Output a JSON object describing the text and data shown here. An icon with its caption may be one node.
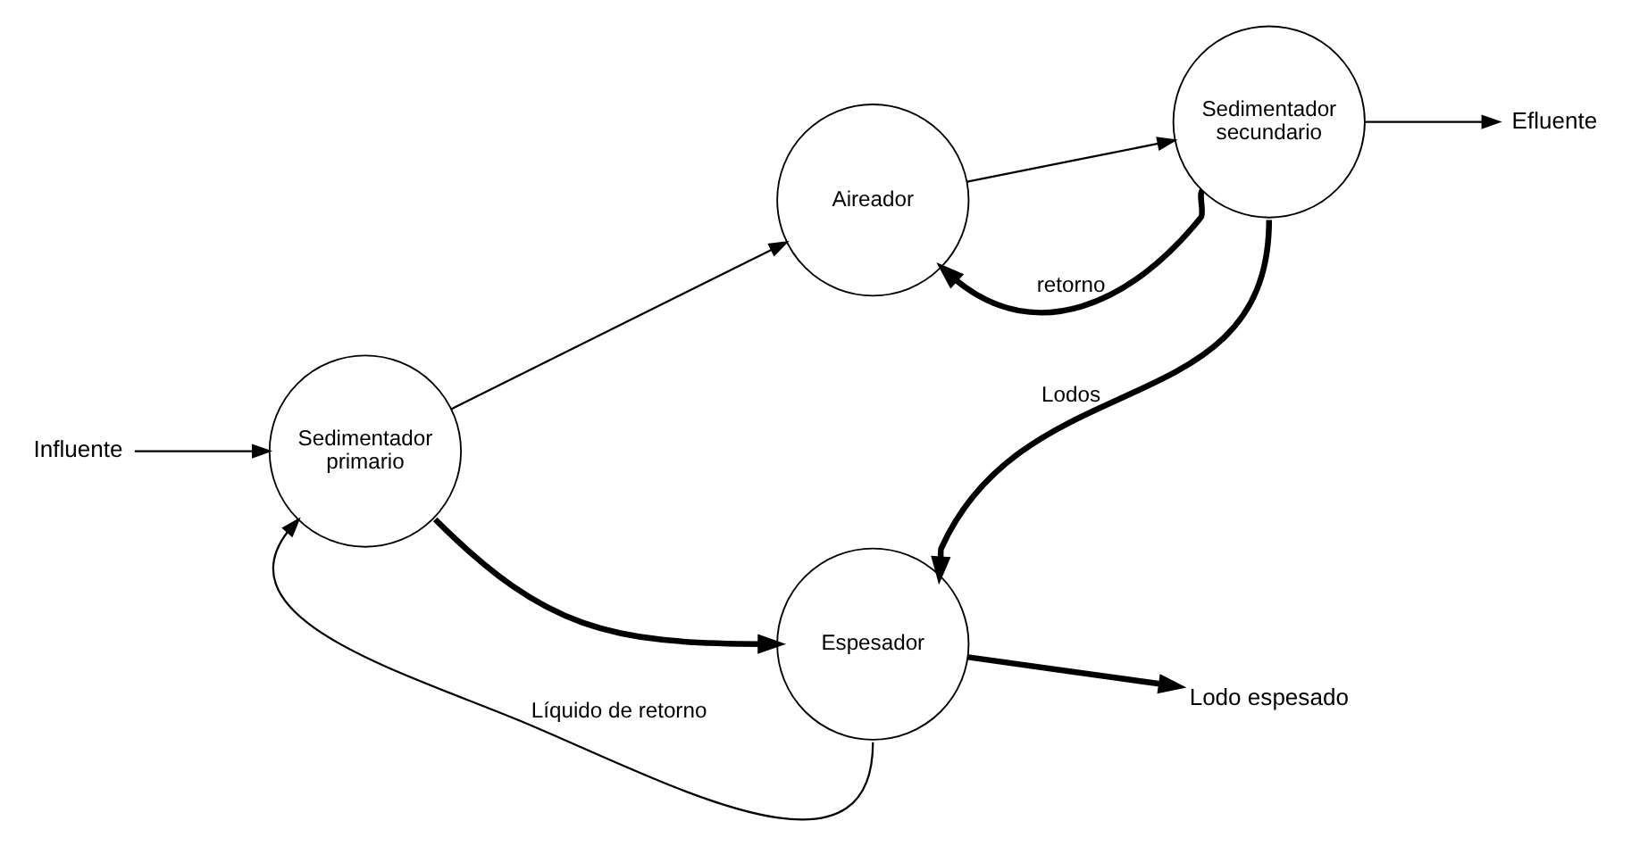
{
  "diagram": {
    "nodes": [
      {
        "text": [
          "Sedimentador primario"
        ]
      },
      {
        "text": [
          "Aireador"
        ]
      },
      {
        "text": [
          "Sedimentador secundario"
        ]
      },
      {
        "text": [
          "Espesador"
        ]
      },
      {
        "text": [
          "Influente"
        ]
      },
      {
        "text": [
          "Efluente"
        ]
      },
      {
        "text": [
          "Lodo espesado"
        ]
      }
    ],
    "edges": [
      {
        "from": 4,
        "to": 0,
        "arrow": "to"
      },
      {
        "from": 3,
        "to": 0,
        "arrow": "to",
        "label": "Líquido de retorno"
      },
      {
        "from": 0,
        "to": 1,
        "arrow": "to"
      },
      {
        "from": 2,
        "to": 1,
        "arrow": "to",
        "label": "retorno",
        "style": "thick"
      },
      {
        "from": 1,
        "to": 2,
        "arrow": "to"
      },
      {
        "from": 2,
        "to": 5,
        "arrow": "to"
      },
      {
        "from": 2,
        "to": 3,
        "arrow": "to",
        "label": "Lodos",
        "style": "thick"
      },
      {
        "from": 0,
        "to": 3,
        "arrow": "to",
        "style": "thick"
      },
      {
        "from": 3,
        "to": 6,
        "arrow": "to",
        "style": "thick"
      }
    ]
  }
}
